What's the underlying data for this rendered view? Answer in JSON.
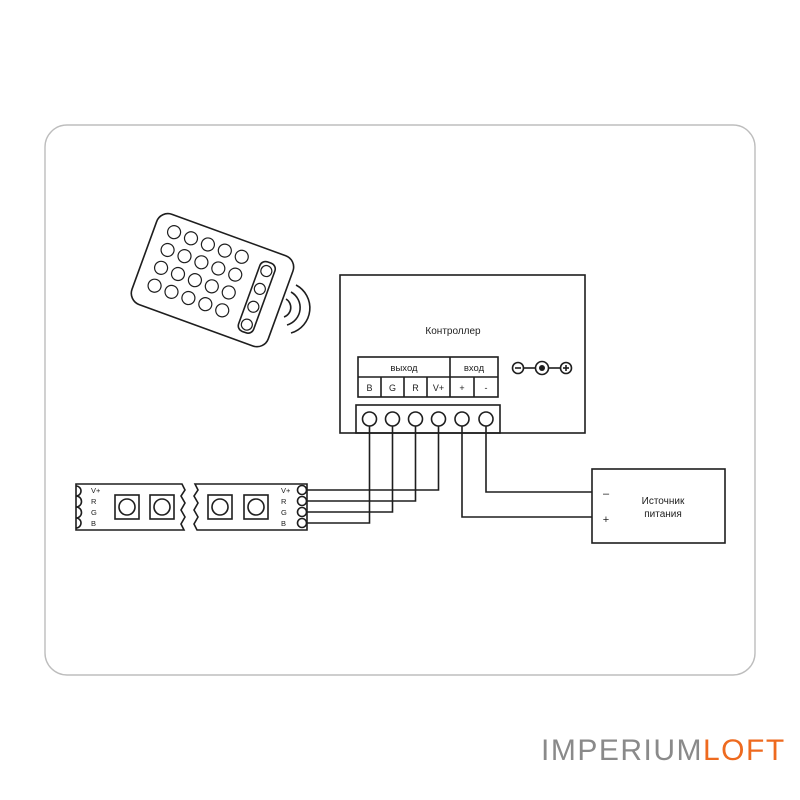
{
  "controller": {
    "title": "Контроллер",
    "output_label": "выход",
    "input_label": "вход",
    "terminals": [
      "B",
      "G",
      "R",
      "V+",
      "+",
      "-"
    ]
  },
  "power_supply": {
    "line1": "Источник",
    "line2": "питания",
    "minus": "–",
    "plus": "+"
  },
  "strip": {
    "pins": [
      "V+",
      "R",
      "G",
      "B"
    ]
  },
  "dc_jack": {
    "minus": "–",
    "plus": "+"
  },
  "brand": {
    "part1": "IMPERIUM",
    "part2": "LOFT"
  },
  "colors": {
    "line": "#1e1e1e",
    "brand_gray": "#8a8a8a",
    "brand_orange": "#ee6a1f"
  }
}
